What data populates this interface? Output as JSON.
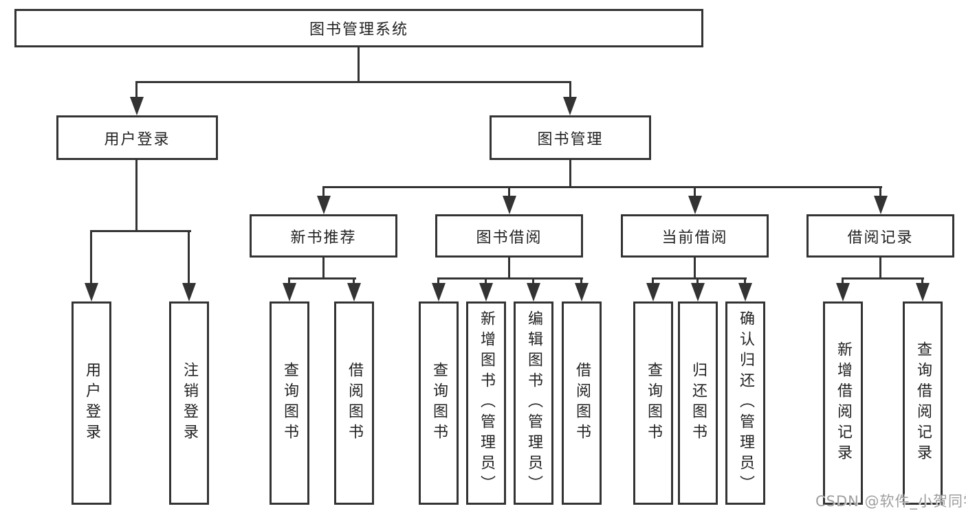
{
  "colors": {
    "line": "#333333",
    "text": "#222222",
    "watermark": "#9e9e9e",
    "background": "#ffffff"
  },
  "nodes": {
    "root": {
      "label": "图书管理系统"
    },
    "user_login": {
      "label": "用户登录"
    },
    "book_mgmt": {
      "label": "图书管理"
    },
    "new_book_rec": {
      "label": "新书推荐"
    },
    "book_borrow": {
      "label": "图书借阅"
    },
    "current_borrow": {
      "label": "当前借阅"
    },
    "borrow_records": {
      "label": "借阅记录"
    },
    "leaf_user_login": {
      "label": "用户登录"
    },
    "leaf_logout": {
      "label": "注销登录"
    },
    "leaf_query_book_rec": {
      "label": "查询图书"
    },
    "leaf_borrow_book_rec": {
      "label": "借阅图书"
    },
    "leaf_query_book_borrow": {
      "label": "查询图书"
    },
    "leaf_add_book": {
      "label": "新增图书（管理员）"
    },
    "leaf_edit_book": {
      "label": "编辑图书（管理员）"
    },
    "leaf_borrow_book": {
      "label": "借阅图书"
    },
    "leaf_query_book_current": {
      "label": "查询图书"
    },
    "leaf_return_book": {
      "label": "归还图书"
    },
    "leaf_confirm_return": {
      "label": "确认归还（管理员）"
    },
    "leaf_add_borrow_record": {
      "label": "新增借阅记录"
    },
    "leaf_query_borrow_record": {
      "label": "查询借阅记录"
    }
  },
  "edges": [
    [
      "root",
      "user_login"
    ],
    [
      "root",
      "book_mgmt"
    ],
    [
      "user_login",
      "leaf_user_login"
    ],
    [
      "user_login",
      "leaf_logout"
    ],
    [
      "book_mgmt",
      "new_book_rec"
    ],
    [
      "book_mgmt",
      "book_borrow"
    ],
    [
      "book_mgmt",
      "current_borrow"
    ],
    [
      "book_mgmt",
      "borrow_records"
    ],
    [
      "new_book_rec",
      "leaf_query_book_rec"
    ],
    [
      "new_book_rec",
      "leaf_borrow_book_rec"
    ],
    [
      "book_borrow",
      "leaf_query_book_borrow"
    ],
    [
      "book_borrow",
      "leaf_add_book"
    ],
    [
      "book_borrow",
      "leaf_edit_book"
    ],
    [
      "book_borrow",
      "leaf_borrow_book"
    ],
    [
      "current_borrow",
      "leaf_query_book_current"
    ],
    [
      "current_borrow",
      "leaf_return_book"
    ],
    [
      "current_borrow",
      "leaf_confirm_return"
    ],
    [
      "borrow_records",
      "leaf_add_borrow_record"
    ],
    [
      "borrow_records",
      "leaf_query_borrow_record"
    ]
  ],
  "watermark": {
    "text": "CSDN @软件_小贺同学"
  }
}
